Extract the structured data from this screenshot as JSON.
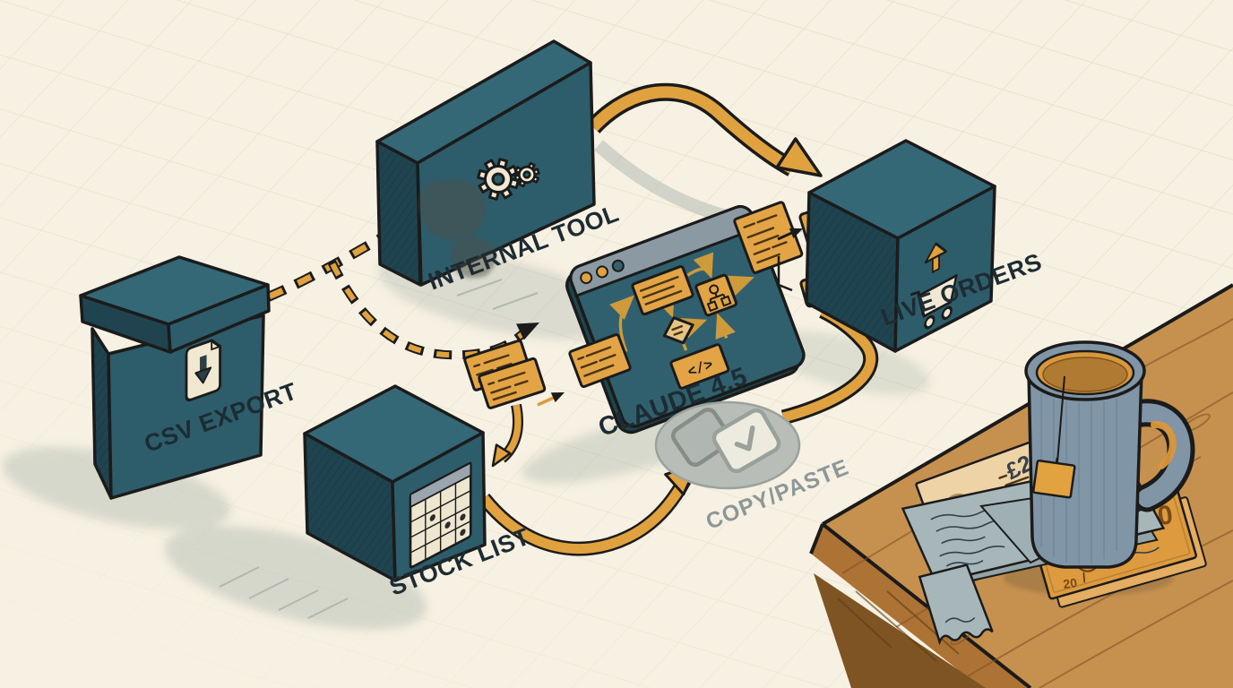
{
  "illustration": {
    "nodes": {
      "csv_export": {
        "label": "CSV EXPORT",
        "icon": "download-document-icon"
      },
      "internal_tool": {
        "label": "INTERNAL TOOL",
        "icon": "gears-icon"
      },
      "claude": {
        "label": "CLAUDE 4.5",
        "icon": "browser-window-flowchart-icon",
        "code_node_glyph": "</>"
      },
      "live_orders": {
        "label": "LIVE ORDERS",
        "icon": "shopping-cart-icon"
      },
      "stock_list": {
        "label": "STOCK LIST",
        "icon": "spreadsheet-grid-icon"
      },
      "copy_paste": {
        "label": "COPY/PASTE",
        "icon": "overlapping-squares-check-icon"
      }
    },
    "edges": [
      {
        "from": "csv_export",
        "to": "internal_tool",
        "style": "dashed-orange"
      },
      {
        "from": "csv_export",
        "to": "claude",
        "style": "dashed-orange-curve"
      },
      {
        "from": "internal_tool",
        "to": "live_orders",
        "style": "solid-orange-band"
      },
      {
        "from": "stock_list",
        "to": "copy_paste",
        "style": "solid-orange-band"
      },
      {
        "from": "copy_paste",
        "to": "live_orders",
        "style": "solid-orange-band"
      },
      {
        "from": "claude",
        "to": "live_orders",
        "style": "data-cards"
      }
    ],
    "desk": {
      "banknote_top_label": "£20",
      "banknote_orange_label": "20",
      "banknote_orange_small_label": "20",
      "items": [
        "wooden-desk",
        "mug-of-tea",
        "tea-bag-tag",
        "till-receipt",
        "banknote-stack",
        "orange-banknote"
      ]
    },
    "colors": {
      "background": "#f6f1e2",
      "grid_line": "#e4dcc6",
      "teal_box": "#2d5d6b",
      "teal_dark": "#1f444f",
      "orange_accent": "#dfa23e",
      "outline": "#1b1b1b",
      "label_text": "#1d2b33",
      "muted_gray": "#8d9797",
      "wood": "#c6904f",
      "mug_blue": "#8095a5"
    }
  }
}
